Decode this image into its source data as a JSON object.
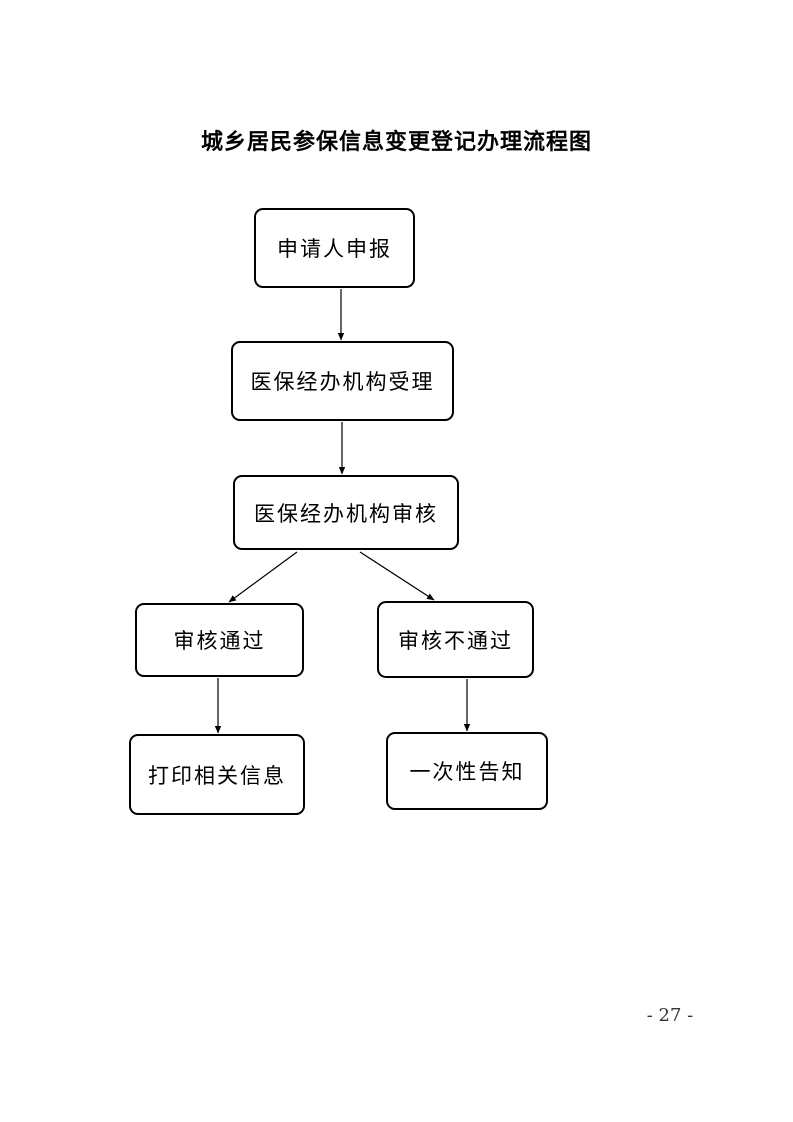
{
  "title": "城乡居民参保信息变更登记办理流程图",
  "nodes": {
    "declare": "申请人申报",
    "accept": "医保经办机构受理",
    "review": "医保经办机构审核",
    "approved": "审核通过",
    "rejected": "审核不通过",
    "print": "打印相关信息",
    "notify": "一次性告知"
  },
  "edges": [
    {
      "from": "declare",
      "to": "accept"
    },
    {
      "from": "accept",
      "to": "review"
    },
    {
      "from": "review",
      "to": "approved"
    },
    {
      "from": "review",
      "to": "rejected"
    },
    {
      "from": "approved",
      "to": "print"
    },
    {
      "from": "rejected",
      "to": "notify"
    }
  ],
  "page_number": "- 27 -"
}
